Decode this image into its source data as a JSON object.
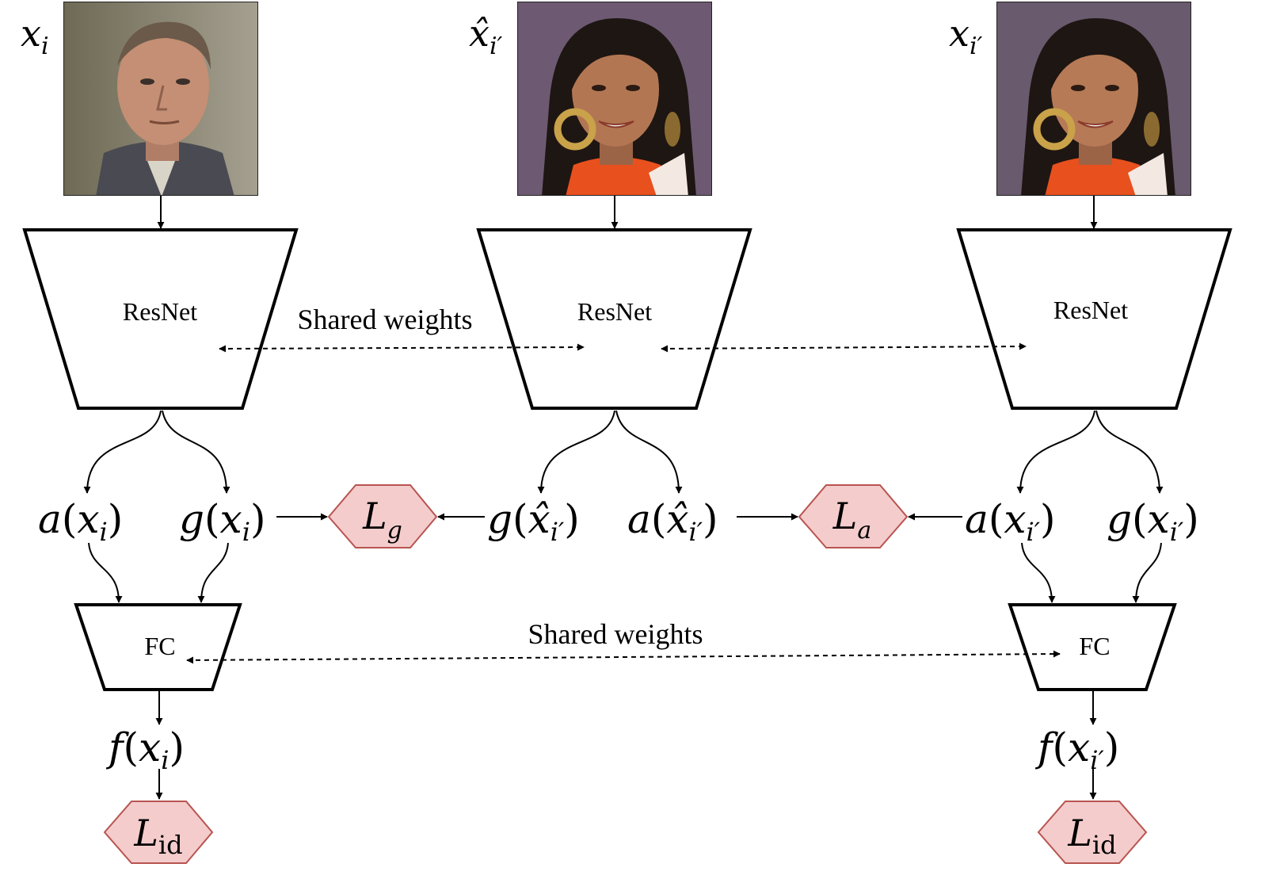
{
  "images": [
    {
      "label": "x",
      "sub": "i",
      "desc": "face-photo-man"
    },
    {
      "label": "x̂",
      "sub": "i′",
      "desc": "face-photo-woman-generated"
    },
    {
      "label": "x",
      "sub": "i′",
      "desc": "face-photo-woman-real"
    }
  ],
  "backbone": {
    "label": "ResNet"
  },
  "head": {
    "label": "FC"
  },
  "shared_weights": "Shared weights",
  "features": {
    "a_xi": {
      "fn": "a",
      "var": "x",
      "sub": "i"
    },
    "g_xi": {
      "fn": "g",
      "var": "x",
      "sub": "i"
    },
    "g_xhat": {
      "fn": "g",
      "var": "x̂",
      "sub": "i′"
    },
    "a_xhat": {
      "fn": "a",
      "var": "x̂",
      "sub": "i′"
    },
    "a_xip": {
      "fn": "a",
      "var": "x",
      "sub": "i′"
    },
    "g_xip": {
      "fn": "g",
      "var": "x",
      "sub": "i′"
    },
    "f_xi": {
      "fn": "f",
      "var": "x",
      "sub": "i"
    },
    "f_xip": {
      "fn": "f",
      "var": "x",
      "sub": "i′"
    }
  },
  "losses": {
    "lg": {
      "main": "L",
      "sub": "g"
    },
    "la": {
      "main": "L",
      "sub": "a"
    },
    "lid": {
      "main": "L",
      "sub": "id"
    }
  },
  "colors": {
    "loss_fill": "#f4cccc",
    "loss_stroke": "#b85450",
    "line": "#000000"
  }
}
